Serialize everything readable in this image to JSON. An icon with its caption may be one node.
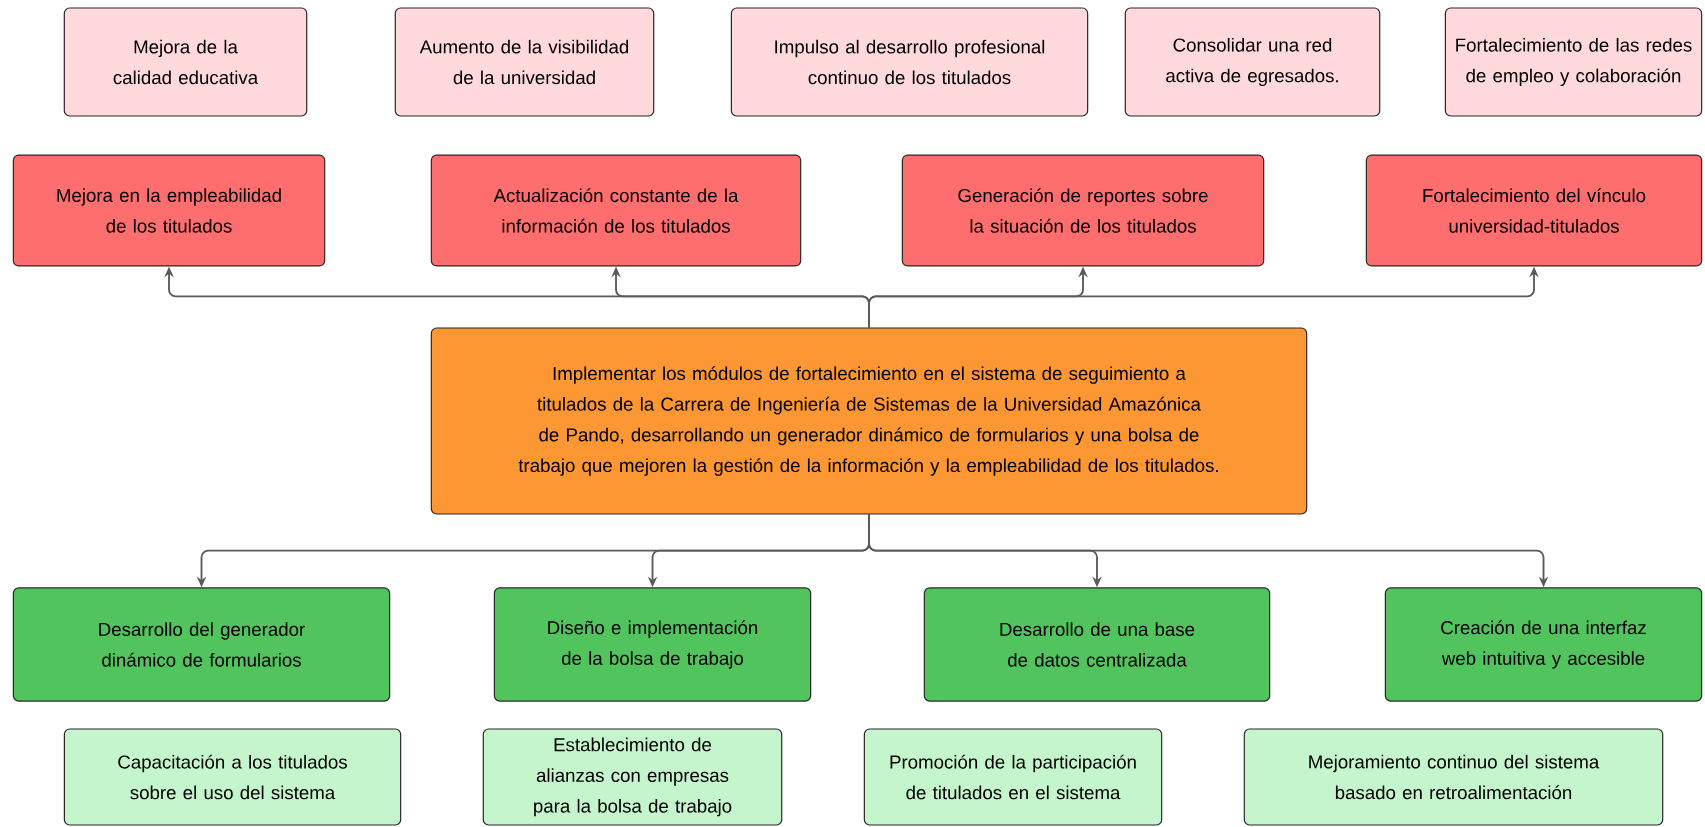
{
  "diagram": {
    "nodes": [
      {
        "text": [
          "Mejora de la calidad educativa"
        ]
      },
      {
        "text": [
          "Aumento de la visibilidad de la universidad"
        ]
      },
      {
        "text": [
          "Impulso al desarrollo profesional continuo de los titulados"
        ]
      },
      {
        "text": [
          "Consolidar una red activa de egresados."
        ]
      },
      {
        "text": [
          "Fortalecimiento de las redes de empleo y colaboración"
        ]
      },
      {
        "text": [
          "Mejora en la empleabilidad de los titulados"
        ]
      },
      {
        "text": [
          "Actualización constante de la información de los titulados"
        ]
      },
      {
        "text": [
          "Generación de reportes sobre la situación de los titulados"
        ]
      },
      {
        "text": [
          "Fortalecimiento del vínculo universidad-titulados"
        ]
      },
      {
        "text": [
          "Implementar los módulos de fortalecimiento en el sistema de seguimiento a titulados de la Carrera de Ingeniería de Sistemas de la Universidad Amazónica de Pando, desarrollando un generador dinámico de formularios y una bolsa de trabajo que mejoren la gestión de la información y la empleabilidad de los titulados."
        ]
      },
      {
        "text": [
          "Desarrollo del generador dinámico de formularios"
        ]
      },
      {
        "text": [
          "Diseño e implementación de la bolsa de trabajo"
        ]
      },
      {
        "text": [
          "Desarrollo de una base de datos centralizada"
        ]
      },
      {
        "text": [
          "Creación de una interfaz web intuitiva y accesible"
        ]
      },
      {
        "text": [
          "Capacitación a los titulados sobre el uso del sistema"
        ]
      },
      {
        "text": [
          "Establecimiento de alianzas con empresas para la bolsa de trabajo"
        ]
      },
      {
        "text": [
          "Promoción de la participación de titulados en el sistema"
        ]
      },
      {
        "text": [
          "Mejoramiento continuo del sistema basado en retroalimentación"
        ]
      }
    ],
    "edges": [
      {
        "from": 9,
        "to": 5,
        "arrow": "to"
      },
      {
        "from": 9,
        "to": 6,
        "arrow": "to"
      },
      {
        "from": 9,
        "to": 7,
        "arrow": "to"
      },
      {
        "from": 9,
        "to": 8,
        "arrow": "to"
      },
      {
        "from": 9,
        "to": 10,
        "arrow": "to"
      },
      {
        "from": 9,
        "to": 11,
        "arrow": "to"
      },
      {
        "from": 9,
        "to": 12,
        "arrow": "to"
      },
      {
        "from": 9,
        "to": 13,
        "arrow": "to"
      }
    ]
  }
}
